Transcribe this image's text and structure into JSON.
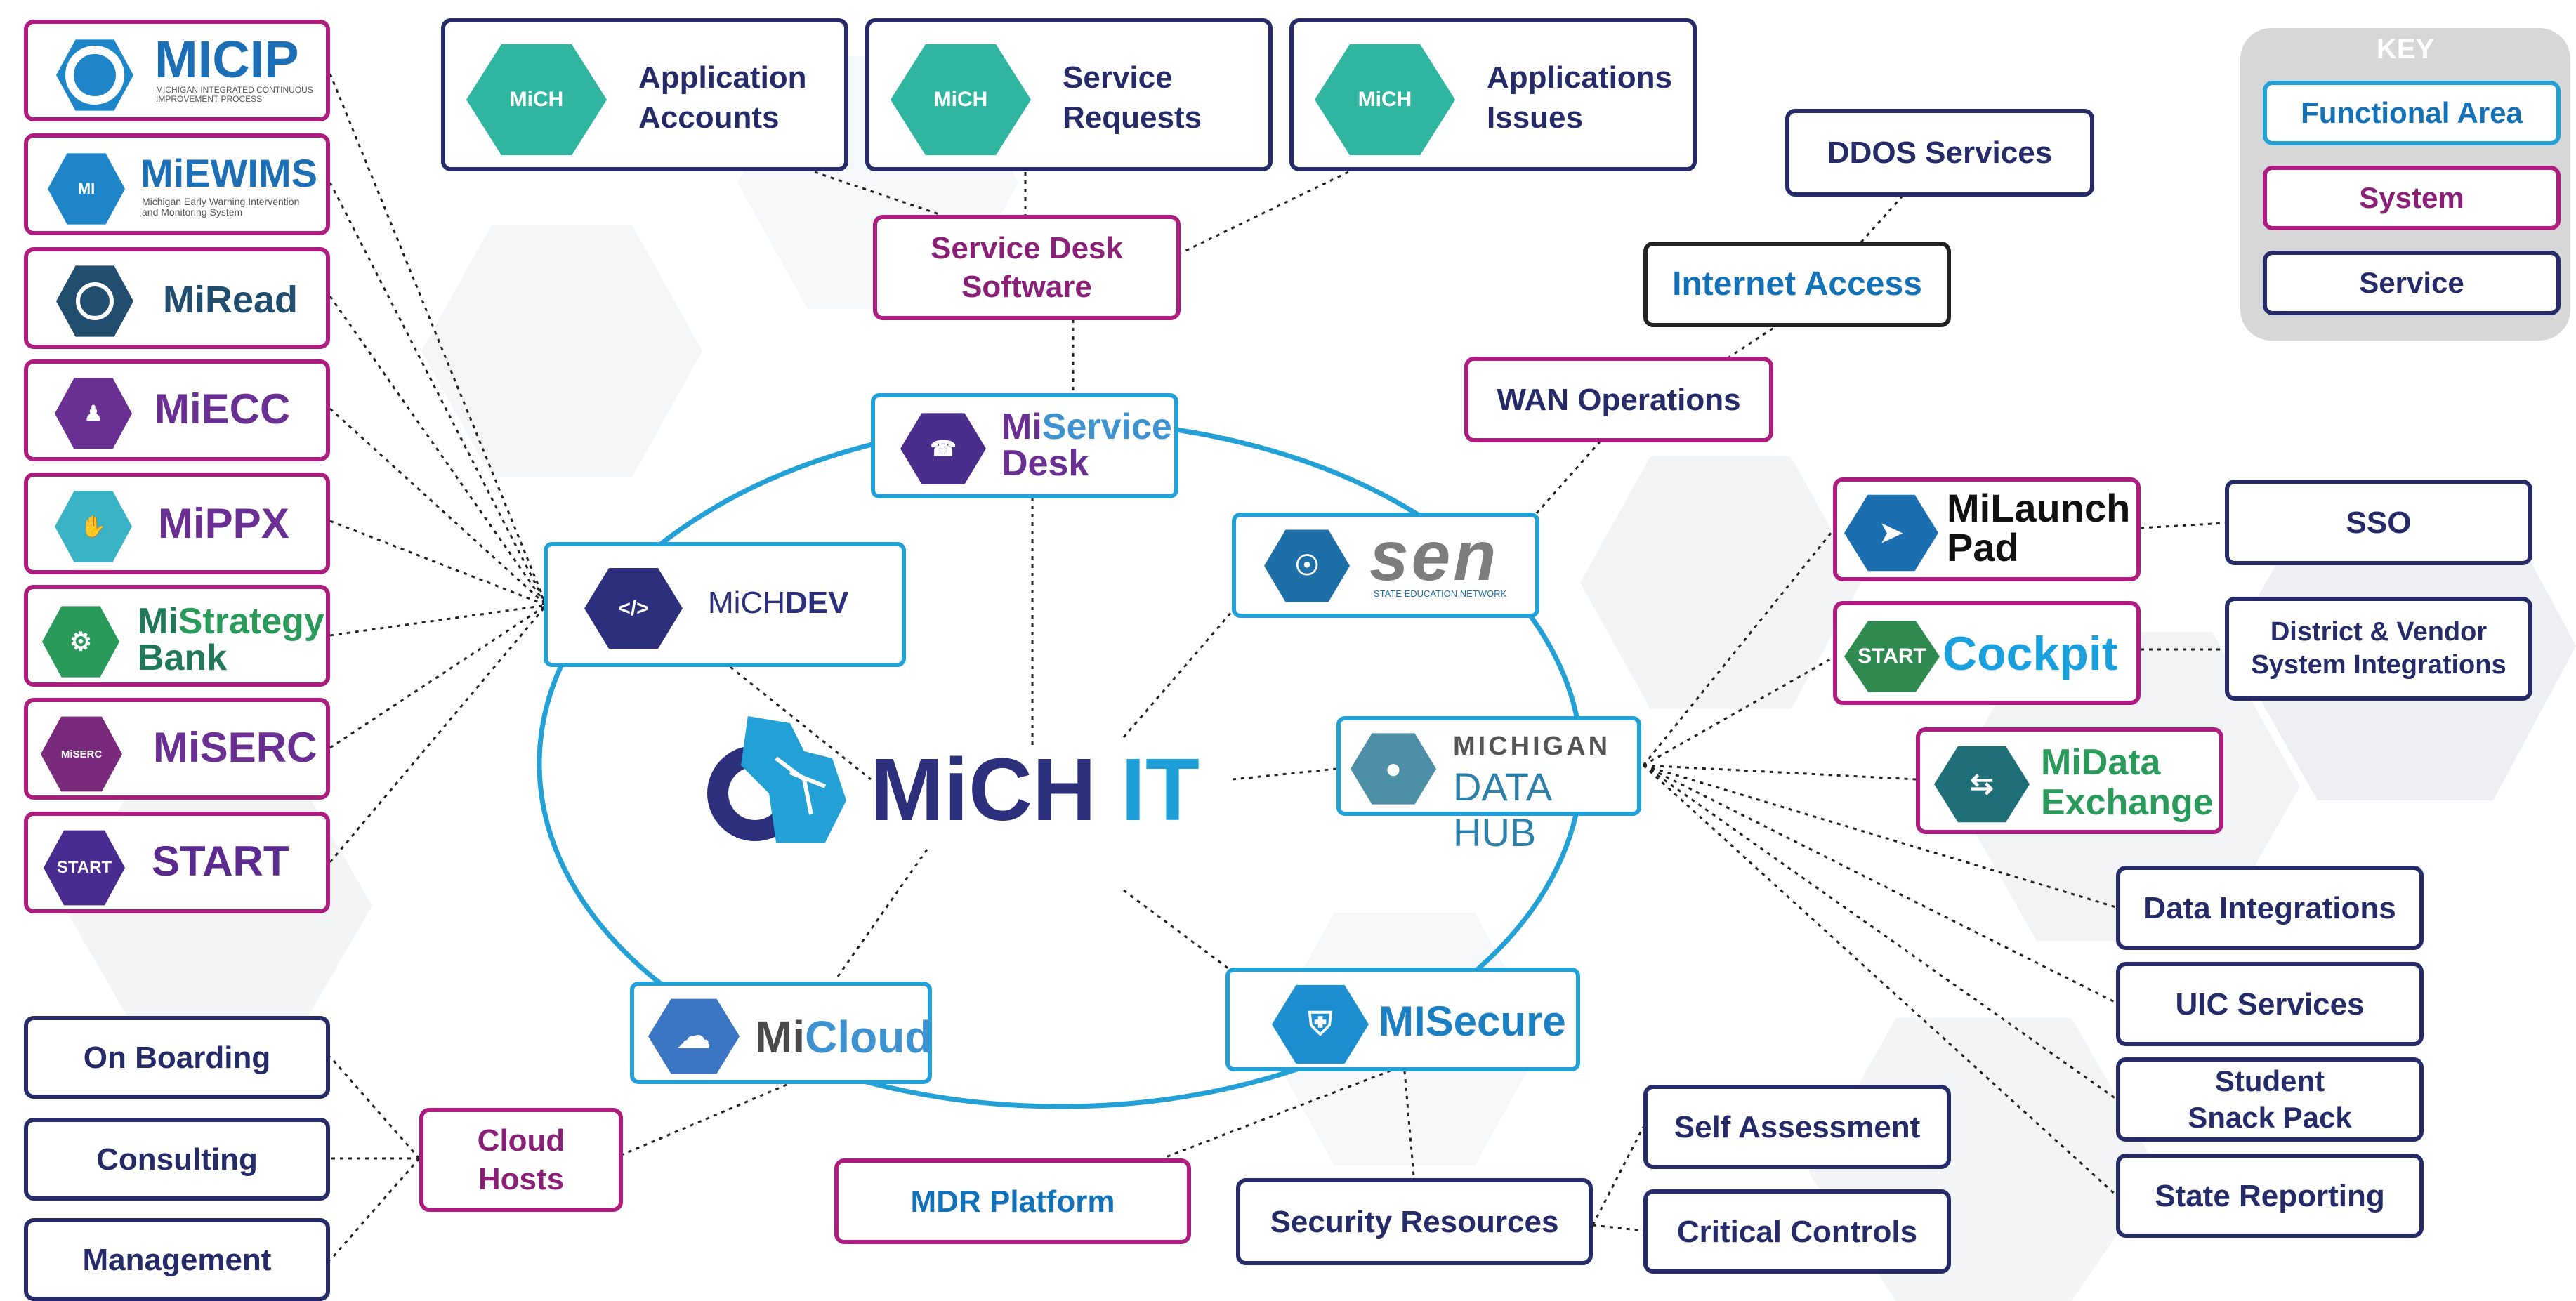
{
  "key": {
    "title": "KEY",
    "functional_area": "Functional Area",
    "system": "System",
    "service": "Service"
  },
  "center": {
    "title_a": "MiCH",
    "title_b": "IT"
  },
  "functional_areas": {
    "miservice_desk": {
      "a": "Mi",
      "b": "Service",
      "c": "Desk"
    },
    "michdev": {
      "a": "MiCH",
      "b": "DEV"
    },
    "sen": {
      "logo": "sen",
      "sub": "STATE EDUCATION NETWORK"
    },
    "data_hub": {
      "line1": "MICHIGAN",
      "line2": "DATA HUB"
    },
    "micloud": {
      "a": "Mi",
      "b": "Cloud"
    },
    "misecure": {
      "a": "MI",
      "b": "Secure"
    }
  },
  "left_systems": {
    "micip": {
      "name": "MICIP",
      "sub": "MICHIGAN INTEGRATED CONTINUOUS\nIMPROVEMENT PROCESS"
    },
    "miewims": {
      "name": "MiEWIMS",
      "sub": "Michigan Early Warning Intervention\nand Monitoring System"
    },
    "miread": {
      "name": "MiRead"
    },
    "miecc": {
      "name": "MiECC"
    },
    "mippx": {
      "name": "MiPPX"
    },
    "mistrategy": {
      "name_a": "Mi",
      "name_b": "Strategy",
      "name_c": "Bank"
    },
    "miserc": {
      "name": "MiSERC",
      "badge": "MiSERC"
    },
    "start": {
      "name": "START",
      "badge": "START"
    }
  },
  "top_systems": [
    {
      "label": "Application\nAccounts",
      "badge": "MiCH"
    },
    {
      "label": "Service\nRequests",
      "badge": "MiCH"
    },
    {
      "label": "Applications\nIssues",
      "badge": "MiCH"
    }
  ],
  "service_desk_software": "Service Desk\nSoftware",
  "services": {
    "ddos": "DDOS Services",
    "internet_access": "Internet Access",
    "wan_operations": "WAN Operations",
    "sso": "SSO",
    "district_vendor": "District & Vendor\nSystem Integrations",
    "data_integrations": "Data Integrations",
    "uic_services": "UIC Services",
    "student_snack": "Student\nSnack Pack",
    "state_reporting": "State Reporting",
    "self_assessment": "Self Assessment",
    "critical_controls": "Critical Controls",
    "security_resources": "Security Resources",
    "mdr_platform": "MDR Platform",
    "cloud_hosts": "Cloud\nHosts",
    "on_boarding": "On Boarding",
    "consulting": "Consulting",
    "management": "Management"
  },
  "right_systems": {
    "milaunchpad": {
      "a": "MiLaunch",
      "b": "Pad"
    },
    "cockpit": {
      "badge": "START",
      "name": "Cockpit"
    },
    "midata": {
      "a": "MiData",
      "b": "Exchange"
    }
  },
  "colors": {
    "service": "#252a69",
    "system": "#ad1d7f",
    "functional_area": "#23a0d6",
    "title_navy": "#2b2f7c",
    "title_blue": "#1f9fd8"
  }
}
